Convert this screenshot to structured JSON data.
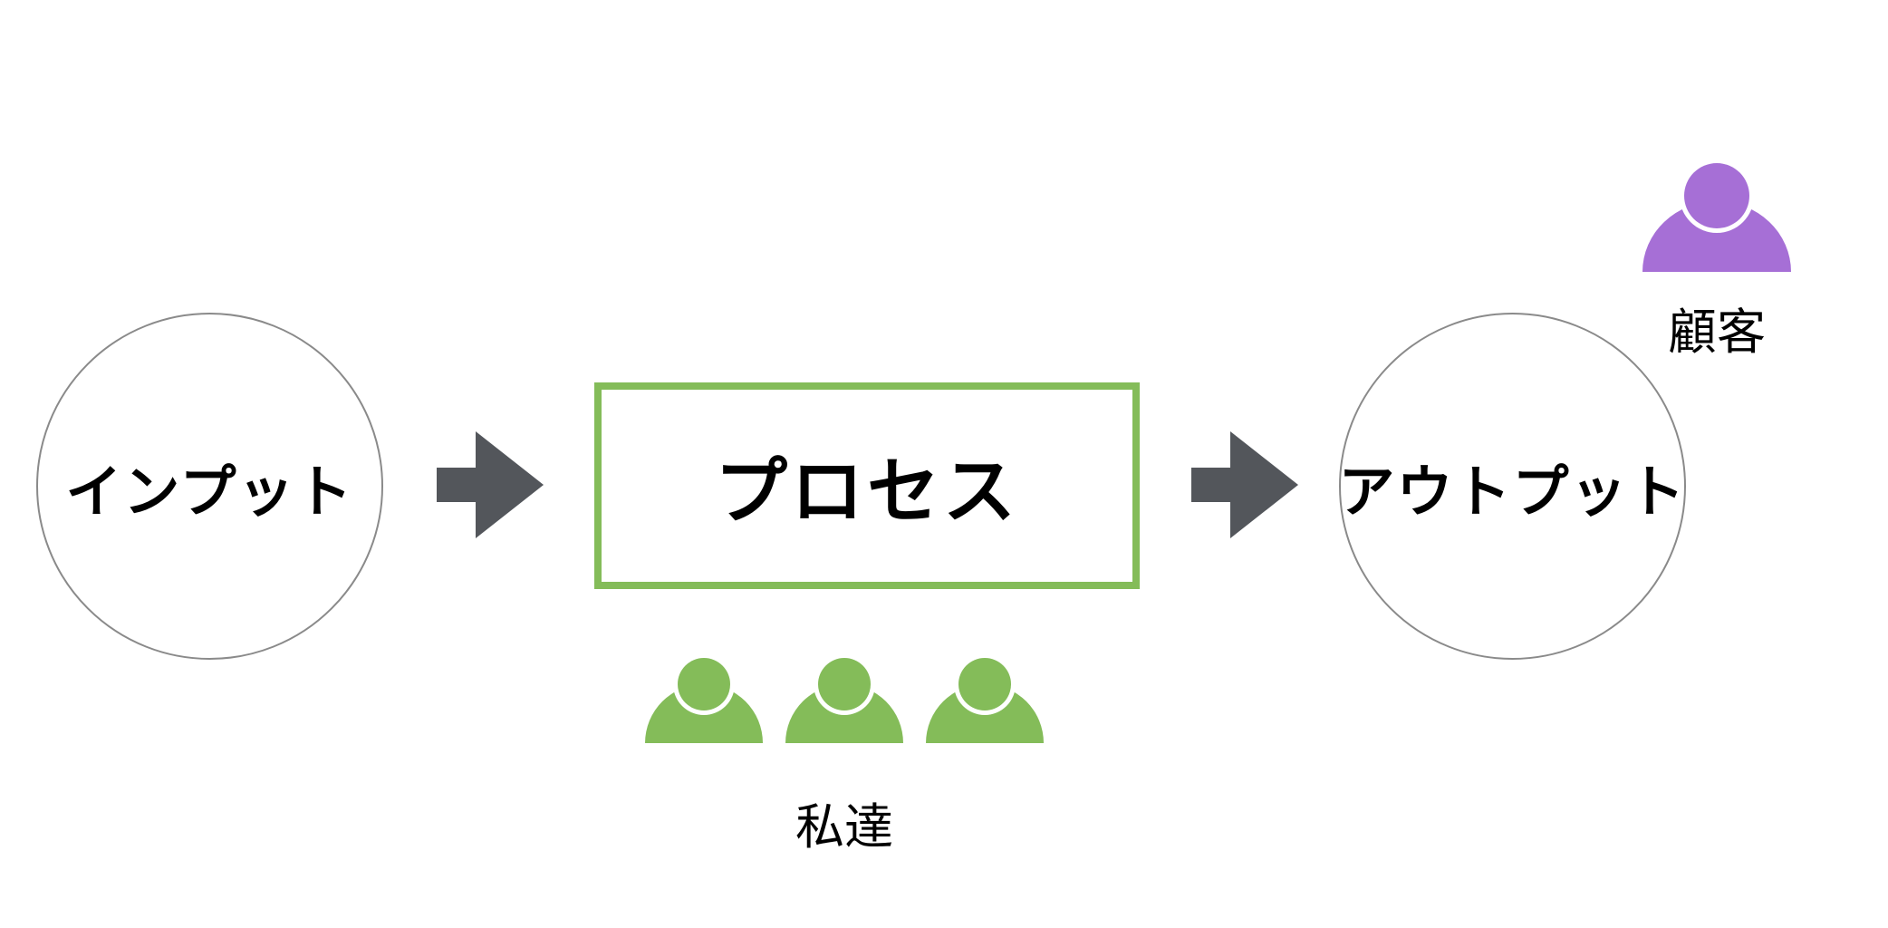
{
  "input": {
    "label": "インプット"
  },
  "process": {
    "label": "プロセス"
  },
  "output": {
    "label": "アウトプット"
  },
  "team": {
    "label": "私達",
    "count": 3
  },
  "customer": {
    "label": "顧客"
  },
  "colors": {
    "process_border": "#84bc59",
    "team_person": "#84bc59",
    "customer_person": "#a66fd6",
    "arrow": "#53565b",
    "circle_border": "#8a8a8a"
  }
}
